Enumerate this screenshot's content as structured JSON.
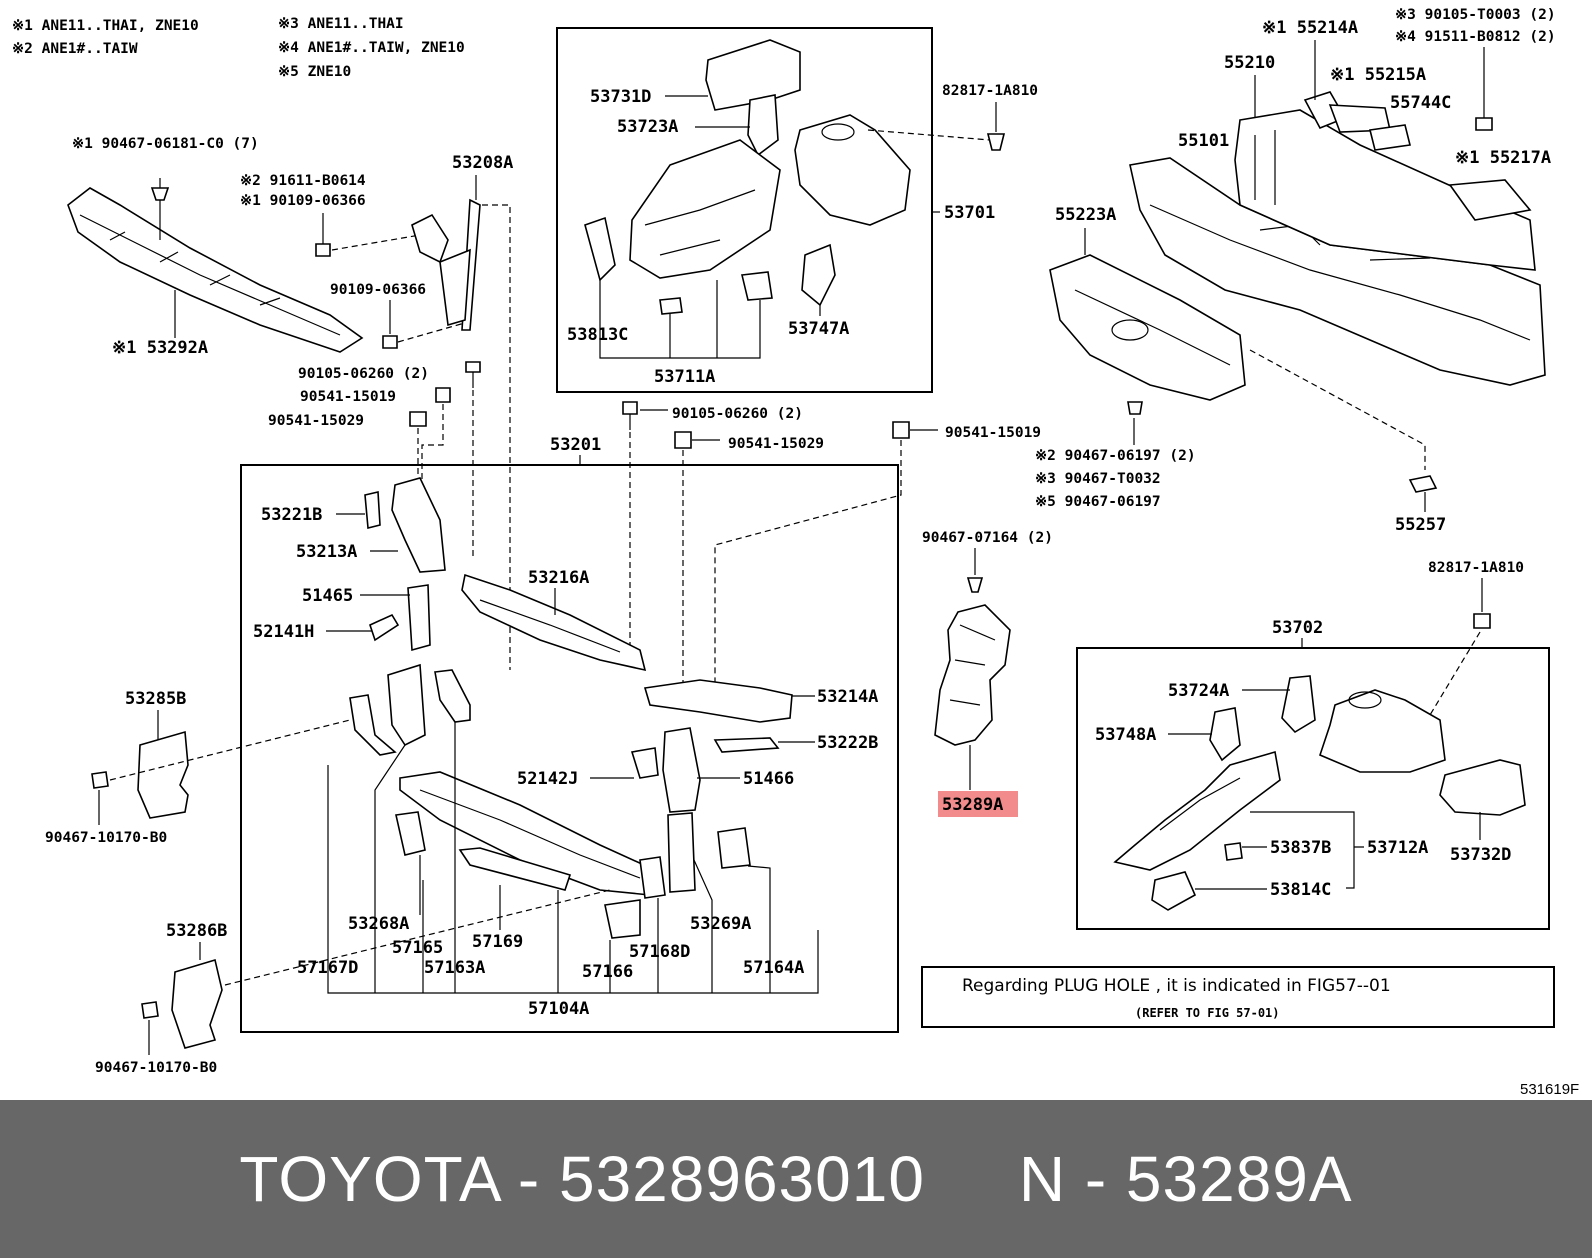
{
  "notes_left": [
    "※1 ANE11..THAI, ZNE10",
    "※2 ANE1#..TAIW"
  ],
  "notes_right": [
    "※3 ANE11..THAI",
    "※4 ANE1#..TAIW, ZNE10",
    "※5 ZNE10"
  ],
  "labels": {
    "cowl": "※1 53292A",
    "clip_top": "※1 90467-06181-C0 (7)",
    "nut1": "※2 91611-B0614",
    "bolt1": "※1 90109-06366",
    "bolt2": "90109-06366",
    "p53208A": "53208A",
    "b90105a": "90105-06260 (2)",
    "c90541a": "90541-15019",
    "c90541b": "90541-15029",
    "b90105b": "90105-06260 (2)",
    "c90541c": "90541-15029",
    "c90541d": "90541-15019",
    "p53201": "53201",
    "p53731D": "53731D",
    "p53723A": "53723A",
    "p53813C": "53813C",
    "p53711A": "53711A",
    "p53747A": "53747A",
    "p53701": "53701",
    "p82817a": "82817-1A810",
    "p55214A": "※1 55214A",
    "p90105T": "※3 90105-T0003 (2)",
    "p91511": "※4 91511-B0812 (2)",
    "p55210": "55210",
    "p55215A": "※1 55215A",
    "p55744C": "55744C",
    "p55101": "55101",
    "p55217A": "※1 55217A",
    "p55223A": "55223A",
    "clip2": "※2 90467-06197 (2)",
    "clip3": "※3 90467-T0032",
    "clip5": "※5 90467-06197",
    "p55257": "55257",
    "p53221B": "53221B",
    "p53213A": "53213A",
    "p51465": "51465",
    "p52141H": "52141H",
    "p53216A": "53216A",
    "p53214A": "53214A",
    "p53222B": "53222B",
    "p52142J": "52142J",
    "p51466": "51466",
    "p53285B": "53285B",
    "clip90467a": "90467-10170-B0",
    "p53286B": "53286B",
    "clip90467b": "90467-10170-B0",
    "p53268A": "53268A",
    "p57165": "57165",
    "p57169": "57169",
    "p57167D": "57167D",
    "p57163A": "57163A",
    "p57166": "57166",
    "p57168D": "57168D",
    "p53269A": "53269A",
    "p57164A": "57164A",
    "p57104A": "57104A",
    "clip07164": "90467-07164 (2)",
    "p53289A": "53289A",
    "p82817b": "82817-1A810",
    "p53702": "53702",
    "p53724A": "53724A",
    "p53748A": "53748A",
    "p53837B": "53837B",
    "p53712A": "53712A",
    "p53814C": "53814C",
    "p53732D": "53732D"
  },
  "plug_note": {
    "line1": "Regarding PLUG HOLE , it is indicated in FIG57--01",
    "line2": "(REFER TO FIG 57-01)"
  },
  "figure_code": "531619F",
  "highlight_color": "#f28c8c",
  "footer": {
    "brand": "TOYOTA",
    "sep1": " - ",
    "part_number": "5328963010",
    "gap": "     ",
    "marker": "N",
    "sep2": " - ",
    "ref_code": "53289A"
  }
}
